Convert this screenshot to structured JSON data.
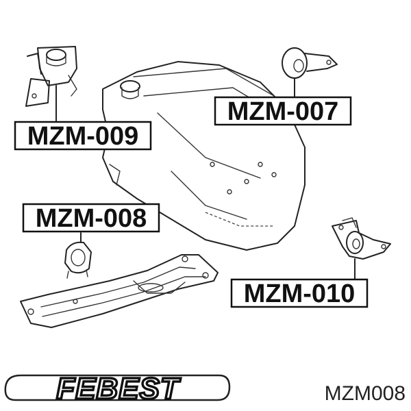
{
  "callouts": [
    {
      "id": "mzm-007",
      "text": "MZM-007"
    },
    {
      "id": "mzm-009",
      "text": "MZM-009"
    },
    {
      "id": "mzm-008",
      "text": "MZM-008"
    },
    {
      "id": "mzm-010",
      "text": "MZM-010"
    }
  ],
  "brand": {
    "logo_text": "FEBEST"
  },
  "part_number": "MZM008",
  "colors": {
    "line": "#222222",
    "background": "#ffffff"
  }
}
